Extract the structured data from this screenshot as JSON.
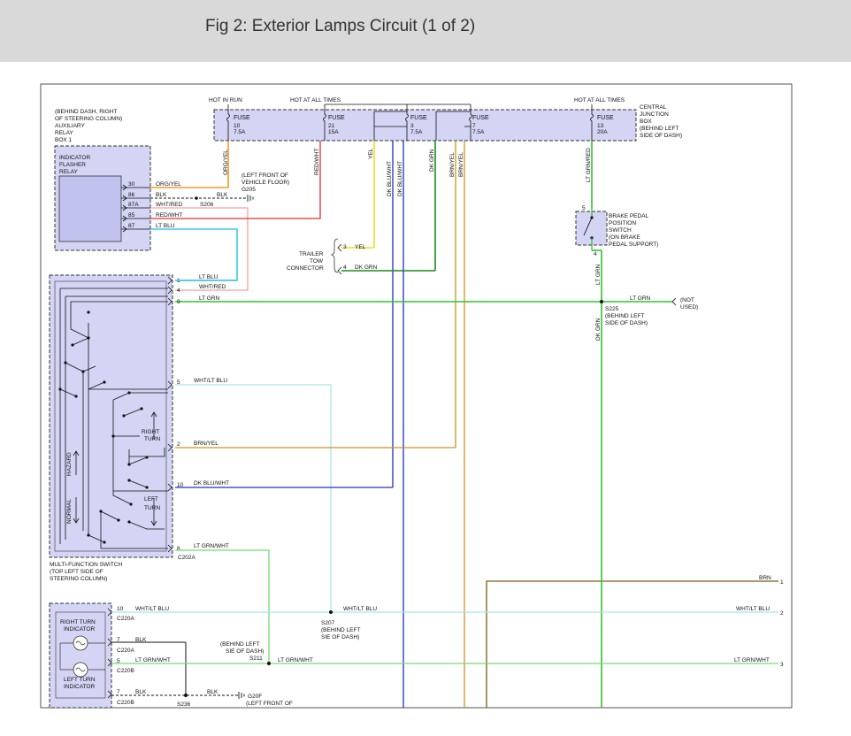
{
  "title": "Fig 2: Exterior Lamps Circuit (1 of 2)",
  "colors": {
    "panel_fill": "#d4d4f4",
    "panel_stroke": "#333333",
    "orange": "#f39a2b",
    "black": "#111111",
    "pink": "#f3a0a0",
    "red": "#e03030",
    "cyan": "#3cc8e8",
    "light_cyan": "#a8e4ec",
    "green": "#2fc42f",
    "dark_green": "#1a8a1a",
    "yellow": "#e8e020",
    "blue": "#2030b8",
    "brown_yellow": "#c8961e",
    "brown": "#7a5a14",
    "lt_grn_wht": "#6ee06e"
  },
  "junction_box": {
    "hot_in_run": "HOT IN RUN",
    "hot_at_all_times_1": "HOT AT ALL TIMES",
    "hot_at_all_times_2": "HOT AT ALL TIMES",
    "fuses": [
      {
        "label": "FUSE",
        "num": "10",
        "amp": "7.5A"
      },
      {
        "label": "FUSE",
        "num": "21",
        "amp": "15A"
      },
      {
        "label": "FUSE",
        "num": "3",
        "amp": "7.5A"
      },
      {
        "label": "FUSE",
        "num": "7",
        "amp": "7.5A"
      },
      {
        "label": "FUSE",
        "num": "13",
        "amp": "20A"
      }
    ],
    "desc": [
      "CENTRAL",
      "JUNCTION",
      "BOX",
      "(BEHIND LEFT",
      "SIDE OF DASH)"
    ]
  },
  "relay_box": {
    "location": [
      "(BEHIND DASH, RIGHT",
      "OF STEERING COLUMN)",
      "AUXILIARY",
      "RELAY",
      "BOX 1"
    ],
    "relay": [
      "INDICATOR",
      "FLASHER",
      "RELAY"
    ],
    "pins": [
      {
        "pin": "30",
        "wire": "ORG/YEL"
      },
      {
        "pin": "86",
        "wire": "BLK"
      },
      {
        "pin": "87A",
        "wire": "WHT/RED"
      },
      {
        "pin": "85",
        "wire": "RED/WHT"
      },
      {
        "pin": "87",
        "wire": "LT BLU"
      }
    ]
  },
  "ground_g205": {
    "splice": "S206",
    "name": "G205",
    "location": [
      "(LEFT FRONT OF",
      "VEHICLE FLOOR)"
    ]
  },
  "vertical_wires": {
    "org_yel": "ORG/YEL",
    "red_wht": "RED/WHT",
    "yel": "YEL",
    "dk_blu_wht_1": "DK BLU/WHT",
    "dk_blu_wht_2": "DK BLU/WHT",
    "dk_grn": "DK GRN",
    "brn_yel_1": "BRN/YEL",
    "brn_yel_2": "BRN/YEL",
    "lt_grn_red": "LT GRN/RED",
    "lt_grn": "LT GRN",
    "dk_grn_2": "DK GRN"
  },
  "trailer": {
    "label": [
      "TRAILER",
      "TOW",
      "CONNECTOR"
    ],
    "pins": [
      {
        "pin": "3",
        "wire": "YEL"
      },
      {
        "pin": "4",
        "wire": "DK GRN"
      }
    ]
  },
  "brake_switch": {
    "pin_top": "5",
    "pin_bottom": "4",
    "label": [
      "BRAKE PEDAL",
      "POSITION",
      "SWITCH",
      "(ON BRAKE",
      "PEDAL SUPPORT)"
    ]
  },
  "s225": {
    "wire": "LT GRN",
    "not_used": [
      "(NOT",
      "USED)"
    ],
    "name": "S225",
    "location": [
      "(BEHIND LEFT",
      "SIDE OF DASH)"
    ]
  },
  "mfs": {
    "pins": [
      {
        "pin": "1",
        "wire": "LT BLU"
      },
      {
        "pin": "4",
        "wire": "WHT/RED"
      },
      {
        "pin": "9",
        "wire": "LT GRN"
      },
      {
        "pin": "5",
        "wire": "WHT/LT BLU"
      },
      {
        "pin": "2",
        "wire": "BRN/YEL"
      },
      {
        "pin": "10",
        "wire": "DK BLU/WHT"
      },
      {
        "pin": "8",
        "wire": "LT GRN/WHT"
      }
    ],
    "right_turn": [
      "RIGHT",
      "TURN"
    ],
    "left_turn": [
      "LEFT",
      "TURN"
    ],
    "hazard": "HAZARD",
    "normal": "NORMAL",
    "connector": "C202A",
    "label": [
      "MULTI-FUNCTION SWITCH",
      "(TOP LEFT SIDE OF",
      "STEERING COLUMN)"
    ]
  },
  "indicators": {
    "right": [
      "RIGHT TURN",
      "INDICATOR"
    ],
    "left": [
      "LEFT TURN",
      "INDICATOR"
    ],
    "rows": [
      {
        "pin": "10",
        "wire": "WHT/LT BLU",
        "conn": "C220A"
      },
      {
        "pin": "7",
        "wire": "BLK",
        "conn": "C220A"
      },
      {
        "pin": "5",
        "wire": "LT GRN/WHT",
        "conn": "C220B"
      },
      {
        "pin": "7",
        "wire": "BLK",
        "conn": "C220B"
      }
    ]
  },
  "splices": {
    "s207": {
      "wire": "WHT/LT BLU",
      "name": "S207",
      "location": [
        "(BEHIND LEFT",
        "SIE OF DASH)"
      ]
    },
    "s211": {
      "wire": "LT GRN/WHT",
      "name": "S211",
      "location": [
        "(BEHIND LEFT",
        "SIE OF DASH)"
      ]
    },
    "s236": {
      "name": "S236",
      "wire": "BLK",
      "ground": "G20F",
      "location": "(LEFT FRONT OF"
    }
  },
  "outputs": [
    {
      "wire": "BRN",
      "ref": "1"
    },
    {
      "wire": "WHT/LT BLU",
      "ref": "2"
    },
    {
      "wire": "LT GRN/WHT",
      "ref": "3"
    }
  ]
}
